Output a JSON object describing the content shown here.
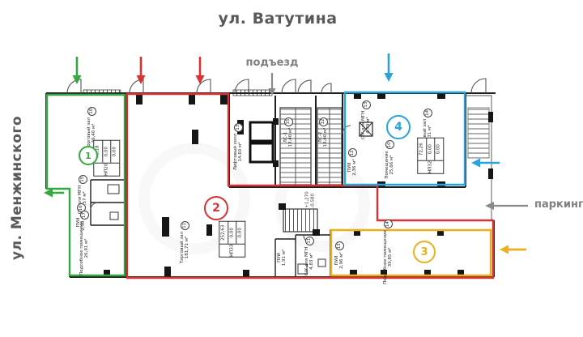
{
  "streets": {
    "top": "ул. Ватутина",
    "left": "ул. Менжинского"
  },
  "annotations": {
    "entrance": "подъезд",
    "parking": "паркинг"
  },
  "units": [
    {
      "number": "1",
      "color": "#35a843"
    },
    {
      "number": "2",
      "color": "#d93232"
    },
    {
      "number": "3",
      "color": "#edb01a"
    },
    {
      "number": "4",
      "color": "#2aa3dc"
    }
  ],
  "stamps": [
    {
      "code": "НП20",
      "values": [
        "73,18",
        "0,00",
        "0,00"
      ]
    },
    {
      "code": "НП33",
      "values": [
        "252,63",
        "0,00",
        "0,00"
      ]
    },
    {
      "code": "НП32",
      "values": [
        "72,26",
        "0,00",
        "0,00"
      ]
    }
  ],
  "rooms": [
    {
      "num": "10",
      "name": "Торговый зал",
      "area": "39,40 м²"
    },
    {
      "num": "15",
      "name": "С/У для МГН",
      "area": "4,57 м²"
    },
    {
      "num": "16",
      "name": "ПУИ",
      "area": "2,30 м²"
    },
    {
      "num": "17",
      "name": "Подсобное помещение",
      "area": "26,91 м²"
    },
    {
      "num": "11",
      "name": "Торговый зал",
      "area": "181,71 м²"
    },
    {
      "num": "13",
      "name": "Лифтовый холл",
      "area": "14,60 м²"
    },
    {
      "num": "15",
      "name": "ЛС-1",
      "area": "13,40 м²"
    },
    {
      "num": "12",
      "name": "ЛС-2",
      "area": "13,40 м²"
    },
    {
      "num": "13",
      "name": "С/У для МГН",
      "area": "4,79 м²"
    },
    {
      "num": "12",
      "name": "ПУИ",
      "area": "2,36 м²"
    },
    {
      "num": "10",
      "name": "Помещение",
      "area": "25,66 м²"
    },
    {
      "num": "14",
      "name": "Торговый зал",
      "area": "39,31 м²"
    },
    {
      "num": "",
      "name": "ПУИ",
      "area": "1,91 м²"
    },
    {
      "num": "11",
      "name": "С/У для МГН",
      "area": "4,83 м²"
    },
    {
      "num": "13",
      "name": "ПУИ",
      "area": "2,96 м²"
    },
    {
      "num": "14",
      "name": "Подсобное помещение",
      "area": "39,85 м²"
    }
  ],
  "elevation": {
    "upper": "+1,270",
    "lower": "-0,580"
  }
}
